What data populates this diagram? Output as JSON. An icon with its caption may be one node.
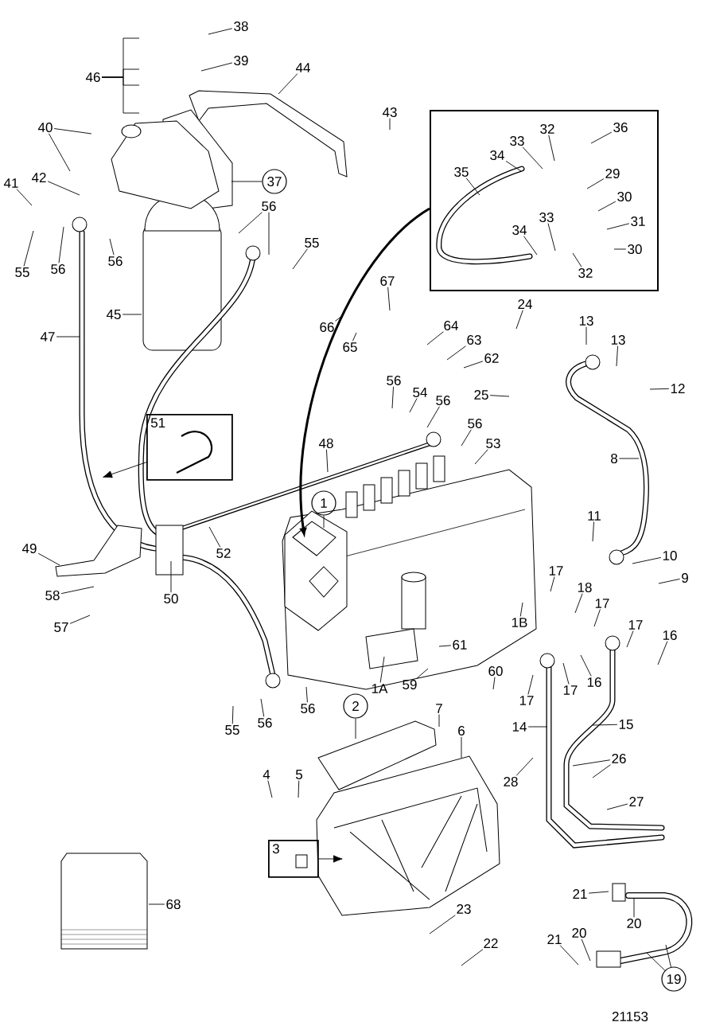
{
  "diagram": {
    "nodes": [
      {
        "text": [
          "38"
        ]
      },
      {
        "text": [
          "46"
        ]
      },
      {
        "text": [
          "39"
        ]
      },
      {
        "text": [
          "44"
        ]
      },
      {
        "text": [
          "43"
        ]
      },
      {
        "text": [],
        "shape": "box"
      },
      {
        "text": [
          "36"
        ],
        "in": 5
      },
      {
        "text": [
          "32"
        ],
        "in": 5
      },
      {
        "text": [
          "33"
        ],
        "in": 5
      },
      {
        "text": [
          "34"
        ],
        "in": 5
      },
      {
        "text": [
          "35"
        ],
        "in": 5
      },
      {
        "text": [
          "29"
        ],
        "in": 5
      },
      {
        "text": [
          "30"
        ],
        "in": 5
      },
      {
        "text": [
          "31"
        ],
        "in": 5
      },
      {
        "text": [
          "34"
        ],
        "in": 5
      },
      {
        "text": [
          "33"
        ],
        "in": 5
      },
      {
        "text": [
          "30"
        ],
        "in": 5
      },
      {
        "text": [
          "32"
        ],
        "in": 5
      },
      {
        "text": [
          "40"
        ]
      },
      {
        "text": [
          "41"
        ]
      },
      {
        "text": [
          "42"
        ]
      },
      {
        "text": [
          "37"
        ]
      },
      {
        "text": [
          "56"
        ]
      },
      {
        "text": [
          "55"
        ]
      },
      {
        "text": [
          "55"
        ]
      },
      {
        "text": [
          "56"
        ]
      },
      {
        "text": [
          "56"
        ]
      },
      {
        "text": [
          "45"
        ]
      },
      {
        "text": [
          "47"
        ]
      },
      {
        "text": [
          "67"
        ]
      },
      {
        "text": [
          "66"
        ]
      },
      {
        "text": [
          "65"
        ]
      },
      {
        "text": [
          "24"
        ]
      },
      {
        "text": [
          "13"
        ]
      },
      {
        "text": [
          "13"
        ]
      },
      {
        "text": [
          "64"
        ]
      },
      {
        "text": [
          "63"
        ]
      },
      {
        "text": [
          "62"
        ]
      },
      {
        "text": [
          "12"
        ]
      },
      {
        "text": [
          "25"
        ]
      },
      {
        "text": [
          "56"
        ]
      },
      {
        "text": [
          "54"
        ]
      },
      {
        "text": [
          "56"
        ]
      },
      {
        "text": [
          "56"
        ]
      },
      {
        "text": [
          "53"
        ]
      },
      {
        "text": [
          "51"
        ]
      },
      {
        "text": [
          "48"
        ]
      },
      {
        "text": [
          "8"
        ]
      },
      {
        "text": [
          "1"
        ]
      },
      {
        "text": [
          "11"
        ]
      },
      {
        "text": [
          "52"
        ]
      },
      {
        "text": [
          "49"
        ]
      },
      {
        "text": [
          "10"
        ]
      },
      {
        "text": [
          "9"
        ]
      },
      {
        "text": [
          "50"
        ]
      },
      {
        "text": [
          "17"
        ]
      },
      {
        "text": [
          "18"
        ]
      },
      {
        "text": [
          "58"
        ]
      },
      {
        "text": [
          "17"
        ]
      },
      {
        "text": [
          "17"
        ]
      },
      {
        "text": [
          "1B"
        ]
      },
      {
        "text": [
          "16"
        ]
      },
      {
        "text": [
          "57"
        ]
      },
      {
        "text": [
          "61"
        ]
      },
      {
        "text": [
          "59"
        ]
      },
      {
        "text": [
          "60"
        ]
      },
      {
        "text": [
          "1A"
        ]
      },
      {
        "text": [
          "17"
        ]
      },
      {
        "text": [
          "17"
        ]
      },
      {
        "text": [
          "16"
        ]
      },
      {
        "text": [
          "2"
        ]
      },
      {
        "text": [
          "56"
        ]
      },
      {
        "text": [
          "7"
        ]
      },
      {
        "text": [
          "14"
        ]
      },
      {
        "text": [
          "15"
        ]
      },
      {
        "text": [
          "55"
        ]
      },
      {
        "text": [
          "56"
        ]
      },
      {
        "text": [
          "6"
        ]
      },
      {
        "text": [
          "26"
        ]
      },
      {
        "text": [
          "4"
        ]
      },
      {
        "text": [
          "5"
        ]
      },
      {
        "text": [
          "28"
        ]
      },
      {
        "text": [
          "27"
        ]
      },
      {
        "text": [
          "3"
        ]
      },
      {
        "text": [
          "68"
        ]
      },
      {
        "text": [
          "21"
        ]
      },
      {
        "text": [
          "20"
        ]
      },
      {
        "text": [
          "23"
        ]
      },
      {
        "text": [
          "21"
        ]
      },
      {
        "text": [
          "20"
        ]
      },
      {
        "text": [
          "22"
        ]
      },
      {
        "text": [
          "19"
        ]
      }
    ],
    "edges": [
      {
        "from": 0,
        "to": null,
        "arrow": "none"
      },
      {
        "from": 1,
        "to": null,
        "arrow": "none"
      },
      {
        "from": 1,
        "to": null,
        "arrow": "none"
      },
      {
        "from": 1,
        "to": null,
        "arrow": "none"
      },
      {
        "from": 1,
        "to": null,
        "arrow": "none"
      },
      {
        "from": 2,
        "to": null,
        "arrow": "none"
      },
      {
        "from": 3,
        "to": null,
        "arrow": "none"
      },
      {
        "from": 4,
        "to": null,
        "arrow": "none"
      },
      {
        "from": 5,
        "to": null,
        "arrow": "to",
        "style": "thick"
      },
      {
        "from": 6,
        "to": null,
        "arrow": "none"
      },
      {
        "from": 7,
        "to": null,
        "arrow": "none"
      },
      {
        "from": 8,
        "to": null,
        "arrow": "none"
      },
      {
        "from": 9,
        "to": null,
        "arrow": "none"
      },
      {
        "from": 10,
        "to": null,
        "arrow": "none"
      },
      {
        "from": 11,
        "to": null,
        "arrow": "none"
      },
      {
        "from": 12,
        "to": null,
        "arrow": "none"
      },
      {
        "from": 13,
        "to": null,
        "arrow": "none"
      },
      {
        "from": 14,
        "to": null,
        "arrow": "none"
      },
      {
        "from": 15,
        "to": null,
        "arrow": "none"
      },
      {
        "from": 16,
        "to": null,
        "arrow": "none"
      },
      {
        "from": 17,
        "to": null,
        "arrow": "none"
      },
      {
        "from": 18,
        "to": null,
        "arrow": "none"
      },
      {
        "from": 18,
        "to": null,
        "arrow": "none"
      },
      {
        "from": 19,
        "to": null,
        "arrow": "none"
      },
      {
        "from": 20,
        "to": null,
        "arrow": "none"
      },
      {
        "from": 21,
        "to": null,
        "arrow": "none"
      },
      {
        "from": 22,
        "to": null,
        "arrow": "none"
      },
      {
        "from": 22,
        "to": null,
        "arrow": "none"
      },
      {
        "from": 23,
        "to": null,
        "arrow": "none"
      },
      {
        "from": 24,
        "to": null,
        "arrow": "none"
      },
      {
        "from": 25,
        "to": null,
        "arrow": "none"
      },
      {
        "from": 26,
        "to": null,
        "arrow": "none"
      },
      {
        "from": 27,
        "to": null,
        "arrow": "none"
      },
      {
        "from": 28,
        "to": null,
        "arrow": "none"
      },
      {
        "from": 29,
        "to": null,
        "arrow": "none"
      },
      {
        "from": 30,
        "to": null,
        "arrow": "none"
      },
      {
        "from": 31,
        "to": null,
        "arrow": "none"
      },
      {
        "from": 32,
        "to": null,
        "arrow": "none"
      },
      {
        "from": 33,
        "to": null,
        "arrow": "none"
      },
      {
        "from": 34,
        "to": null,
        "arrow": "none"
      },
      {
        "from": 35,
        "to": null,
        "arrow": "none"
      },
      {
        "from": 36,
        "to": null,
        "arrow": "none"
      },
      {
        "from": 37,
        "to": null,
        "arrow": "none"
      },
      {
        "from": 38,
        "to": null,
        "arrow": "none"
      },
      {
        "from": 39,
        "to": null,
        "arrow": "none"
      },
      {
        "from": 40,
        "to": null,
        "arrow": "none"
      },
      {
        "from": 41,
        "to": null,
        "arrow": "none"
      },
      {
        "from": 42,
        "to": null,
        "arrow": "none"
      },
      {
        "from": 43,
        "to": null,
        "arrow": "none"
      },
      {
        "from": 44,
        "to": null,
        "arrow": "none"
      },
      {
        "from": 45,
        "to": null,
        "arrow": "to"
      },
      {
        "from": 46,
        "to": null,
        "arrow": "none"
      },
      {
        "from": 47,
        "to": null,
        "arrow": "none"
      },
      {
        "from": 48,
        "to": null,
        "arrow": "none"
      },
      {
        "from": 49,
        "to": null,
        "arrow": "none"
      },
      {
        "from": 50,
        "to": null,
        "arrow": "none"
      },
      {
        "from": 51,
        "to": null,
        "arrow": "none"
      },
      {
        "from": 52,
        "to": null,
        "arrow": "none"
      },
      {
        "from": 53,
        "to": null,
        "arrow": "none"
      },
      {
        "from": 54,
        "to": null,
        "arrow": "none"
      },
      {
        "from": 55,
        "to": null,
        "arrow": "none"
      },
      {
        "from": 56,
        "to": null,
        "arrow": "none"
      },
      {
        "from": 57,
        "to": null,
        "arrow": "none"
      },
      {
        "from": 58,
        "to": null,
        "arrow": "none"
      },
      {
        "from": 59,
        "to": null,
        "arrow": "none"
      },
      {
        "from": 60,
        "to": null,
        "arrow": "none"
      },
      {
        "from": 61,
        "to": null,
        "arrow": "none"
      },
      {
        "from": 62,
        "to": null,
        "arrow": "none"
      },
      {
        "from": 63,
        "to": null,
        "arrow": "none"
      },
      {
        "from": 64,
        "to": null,
        "arrow": "none"
      },
      {
        "from": 65,
        "to": null,
        "arrow": "none"
      },
      {
        "from": 66,
        "to": null,
        "arrow": "none"
      },
      {
        "from": 67,
        "to": null,
        "arrow": "none"
      },
      {
        "from": 68,
        "to": null,
        "arrow": "none"
      },
      {
        "from": 69,
        "to": null,
        "arrow": "none"
      },
      {
        "from": 70,
        "to": null,
        "arrow": "none"
      },
      {
        "from": 71,
        "to": null,
        "arrow": "none"
      },
      {
        "from": 72,
        "to": null,
        "arrow": "none"
      },
      {
        "from": 73,
        "to": null,
        "arrow": "none"
      },
      {
        "from": 74,
        "to": null,
        "arrow": "none"
      },
      {
        "from": 75,
        "to": null,
        "arrow": "none"
      },
      {
        "from": 76,
        "to": null,
        "arrow": "none"
      },
      {
        "from": 77,
        "to": null,
        "arrow": "none"
      },
      {
        "from": 78,
        "to": null,
        "arrow": "none"
      },
      {
        "from": 78,
        "to": null,
        "arrow": "none"
      },
      {
        "from": 79,
        "to": null,
        "arrow": "none"
      },
      {
        "from": 80,
        "to": null,
        "arrow": "none"
      },
      {
        "from": 81,
        "to": null,
        "arrow": "none"
      },
      {
        "from": 82,
        "to": null,
        "arrow": "none"
      },
      {
        "from": 83,
        "to": null,
        "arrow": "to"
      },
      {
        "from": 84,
        "to": null,
        "arrow": "none"
      },
      {
        "from": 85,
        "to": null,
        "arrow": "none"
      },
      {
        "from": 86,
        "to": null,
        "arrow": "none"
      },
      {
        "from": 87,
        "to": null,
        "arrow": "none"
      },
      {
        "from": 88,
        "to": null,
        "arrow": "none"
      },
      {
        "from": 89,
        "to": null,
        "arrow": "none"
      },
      {
        "from": 90,
        "to": null,
        "arrow": "none"
      },
      {
        "from": 91,
        "to": null,
        "arrow": "none"
      },
      {
        "from": 91,
        "to": null,
        "arrow": "none"
      }
    ],
    "labels": [
      "21153"
    ]
  }
}
